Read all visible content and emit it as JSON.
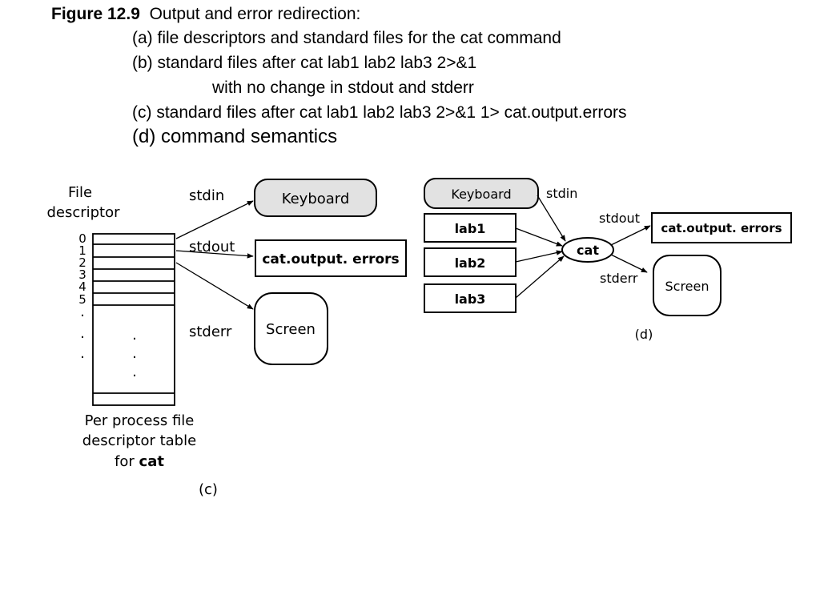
{
  "caption": {
    "figure_label": "Figure 12.9",
    "title": "Output and error redirection:",
    "line_a": "(a) file descriptors and standard files for the cat command",
    "line_b": "(b) standard files after cat lab1 lab2 lab3 2>&1",
    "line_b_cont": "with no change in stdout and stderr",
    "line_c": "(c) standard files after cat lab1 lab2 lab3 2>&1 1> cat.output.errors",
    "line_d": "(d) command semantics"
  },
  "diagram_c": {
    "header_line1": "File",
    "header_line2": "descriptor",
    "descriptor_numbers": [
      "0",
      "1",
      "2",
      "3",
      "4",
      "5"
    ],
    "ellipsis_dot": ".",
    "table_caption_line1": "Per process file",
    "table_caption_line2": "descriptor table",
    "table_caption_line3_prefix": "for ",
    "table_caption_line3_bold": "cat",
    "stream_stdin": "stdin",
    "stream_stdout": "stdout",
    "stream_stderr": "stderr",
    "box_keyboard": "Keyboard",
    "box_output_file": "cat.output. errors",
    "box_screen": "Screen",
    "label": "(c)"
  },
  "diagram_d": {
    "box_keyboard": "Keyboard",
    "input_files": [
      "lab1",
      "lab2",
      "lab3"
    ],
    "process": "cat",
    "stream_stdin": "stdin",
    "stream_stdout": "stdout",
    "stream_stderr": "stderr",
    "box_output_file": "cat.output. errors",
    "box_screen": "Screen",
    "label": "(d)"
  },
  "colors": {
    "keyboard_fill": "#e2e2e2",
    "stroke": "#000000",
    "background": "#ffffff"
  }
}
